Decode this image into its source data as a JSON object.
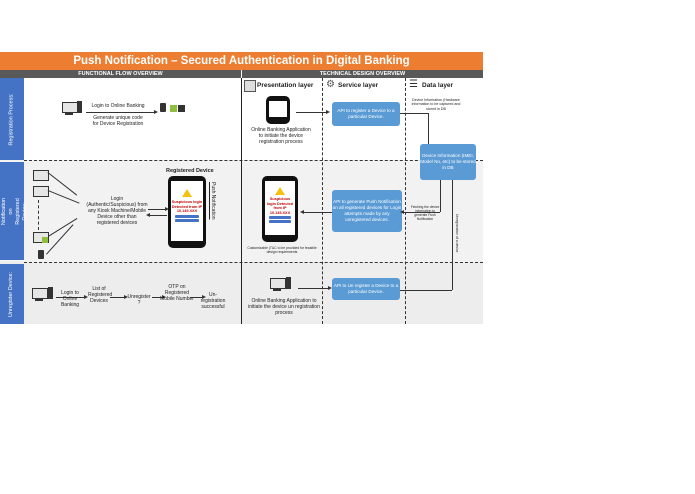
{
  "title": "Push Notification – Secured Authentication in Digital Banking",
  "sections": {
    "functional": "FUNCTIONAL FLOW OVERVIEW",
    "technical": "TECHNICAL DESIGN OVERVIEW"
  },
  "layers": {
    "presentation": "Presentation layer",
    "service": "Service layer",
    "data": "Data layer"
  },
  "lanes": {
    "registration": "Registration Process:",
    "push": "Push Notification on Registered Device:",
    "unregister": "Unregister Device:"
  },
  "registration": {
    "login": "Login to Online Banking",
    "generate": "Generate unique code for Device Registration",
    "app_text": "Online Banking Application to initiate the device registration process",
    "api": "API to register a Device to a particular Device.",
    "data_note": "Device Information (Hardware information to be captured and stored in DB"
  },
  "push": {
    "login_text": "Login (Authentic/Suspicious) from any Kiosk Machine/Mobile Device other than registered devices",
    "registered_device": "Registered Device",
    "side_label": "Push Notification",
    "alert_1": "Suspicious login Detected from IP 10.145.XXX",
    "alert_2": "Suspicious login Detected from IP 10.145.XXX",
    "customizable": "Customizable (T&C to be provided for feasible design requirements",
    "api": "API to generate Push Notification on all registered devices for Login attempts made by any unregistered devices.",
    "fetch_note": "Fetching the device information to generate Push Notification",
    "db_box": "Device Information (IMEI, Model No, etc) to be stored in DB",
    "unregister_note": "Unregistration of a device"
  },
  "unregister": {
    "login": "Login to Online Banking",
    "list": "List of Registered Devices",
    "unregister": "Unregister ?",
    "otp": "OTP on Registered Mobile Number",
    "success": "Un-registration successful",
    "app_text": "Online Banking Application to initiate the device un registration process",
    "api": "API to Un register a Device to a particular Device."
  }
}
